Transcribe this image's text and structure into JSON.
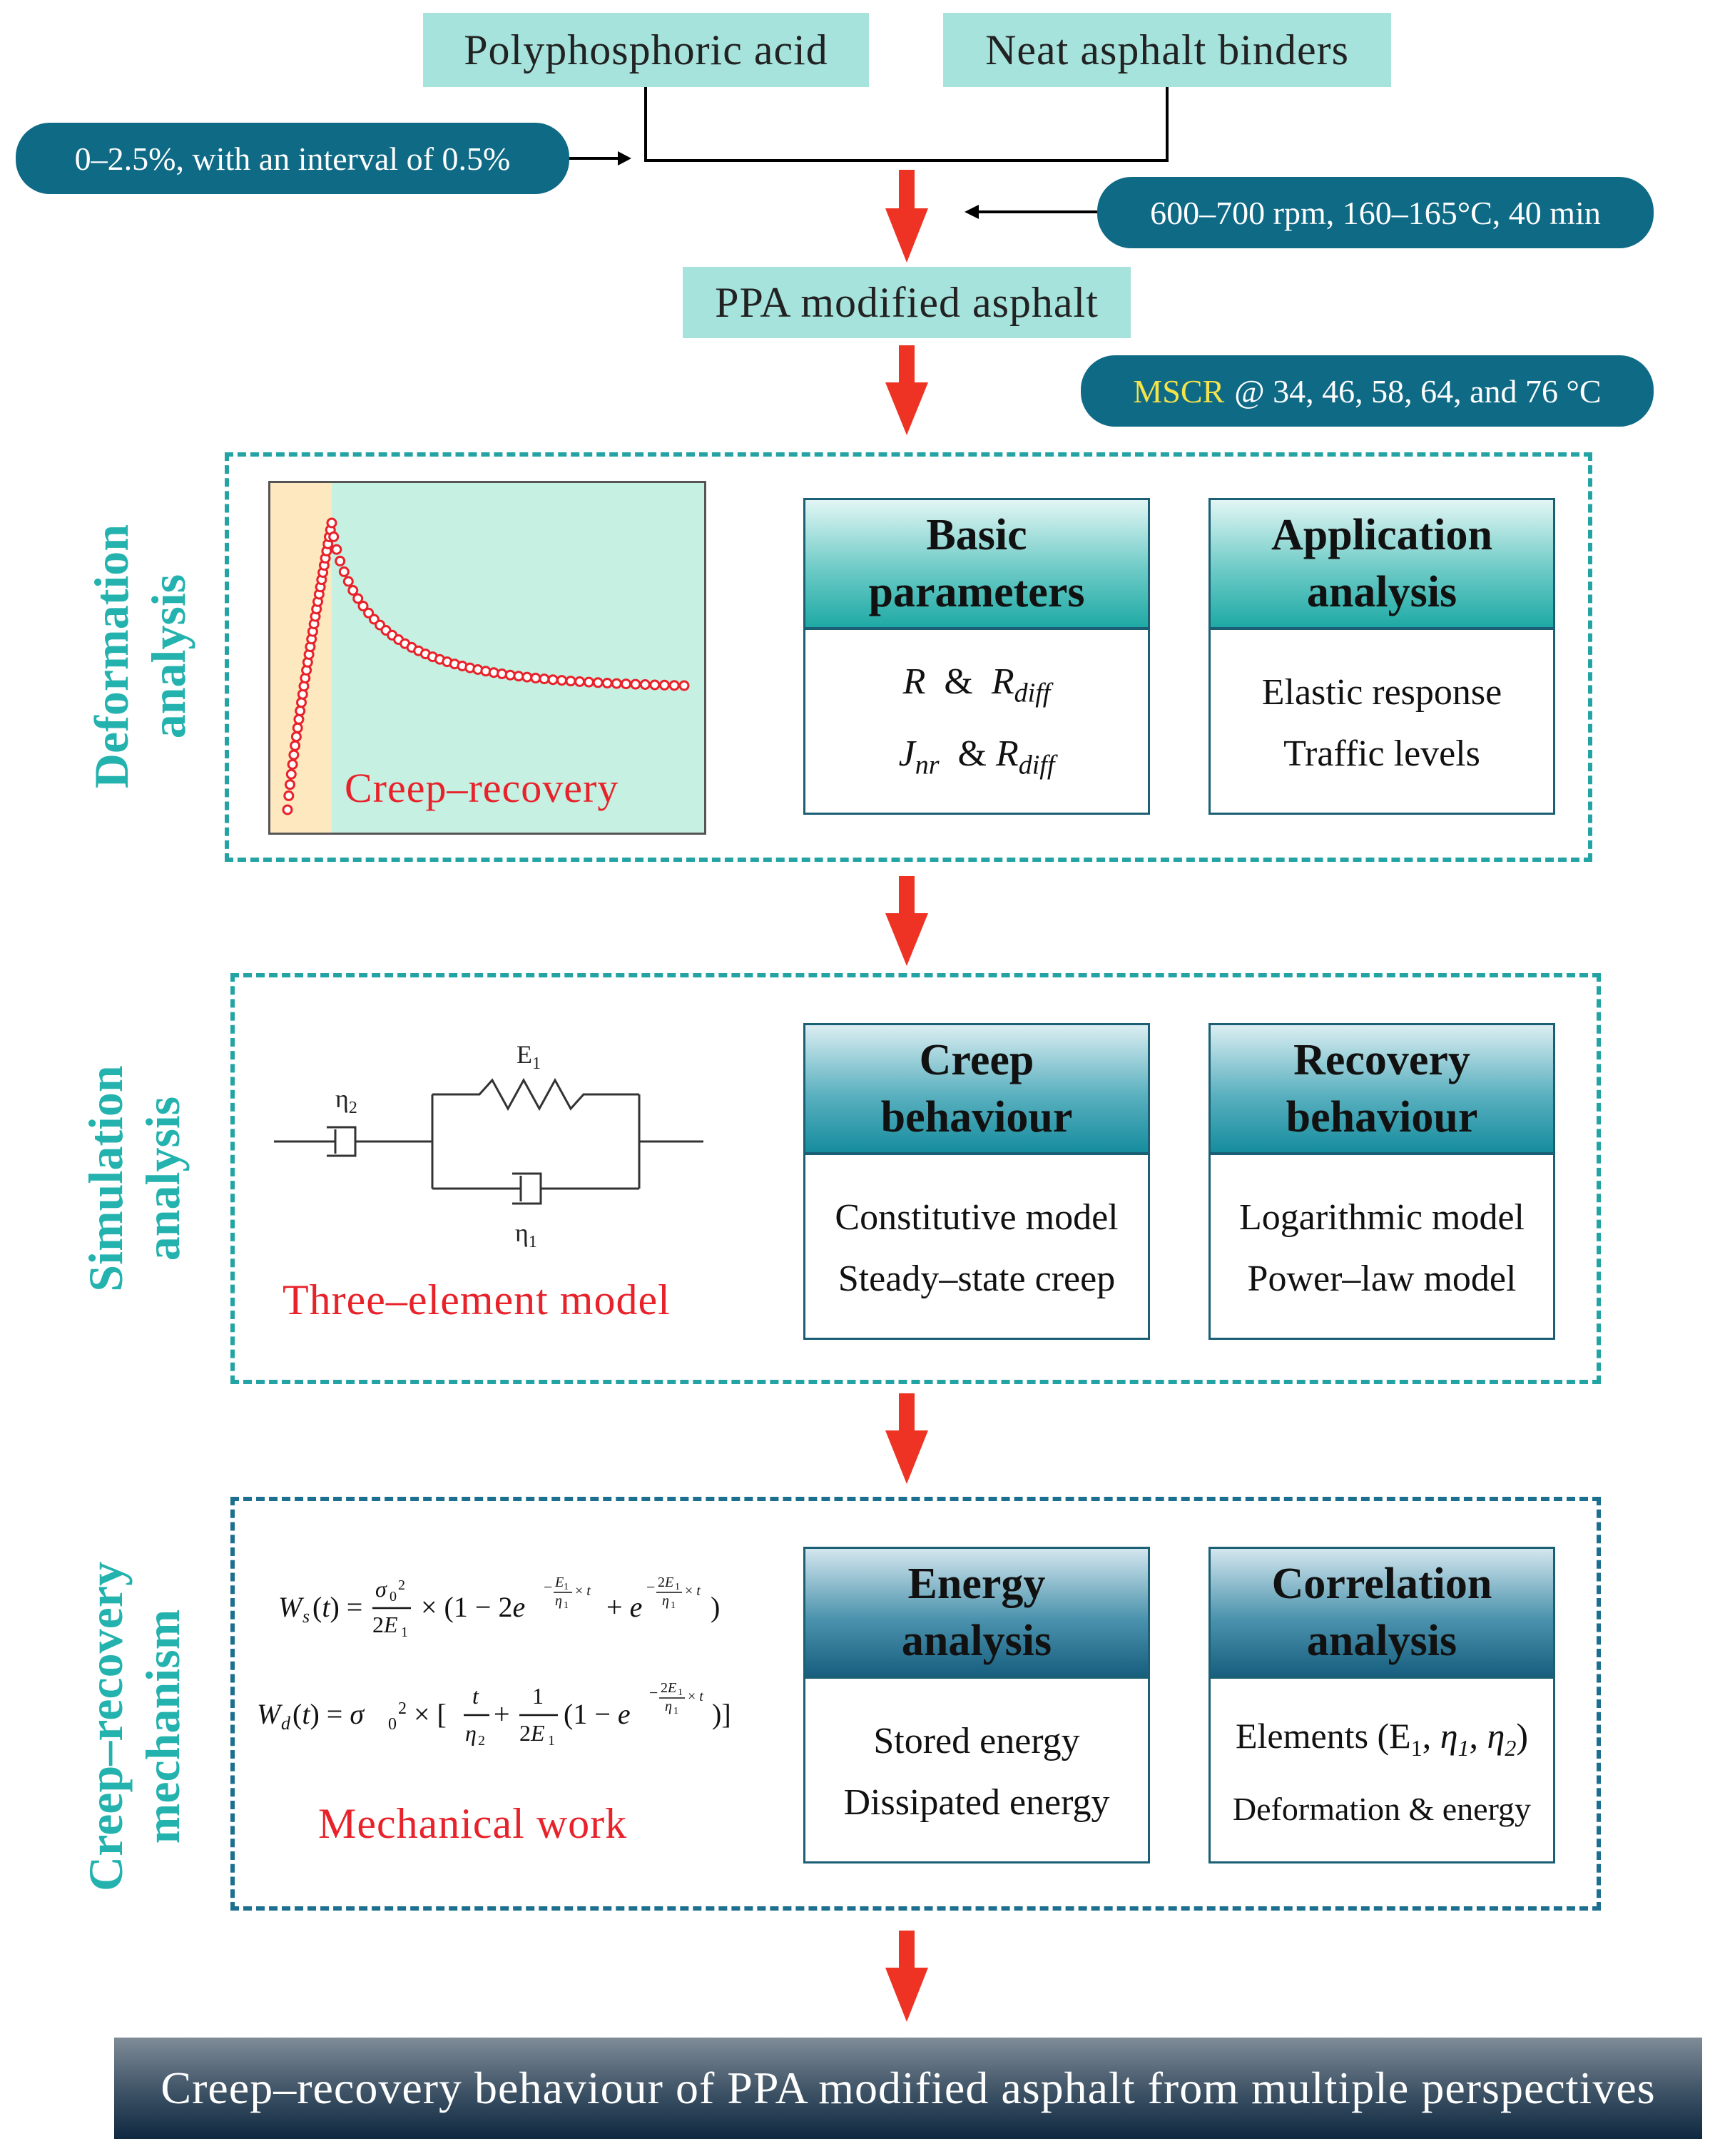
{
  "inputs": {
    "ppa": "Polyphosphoric acid",
    "neat": "Neat asphalt binders"
  },
  "conditions": {
    "dosage": "0–2.5%, with an interval of 0.5%",
    "mixing": "600–700 rpm, 160–165°C, 40 min",
    "mscr_label": "MSCR",
    "mscr_rest": "@ 34, 46, 58, 64, and 76 °C"
  },
  "product": "PPA modified asphalt",
  "deformation": {
    "side": [
      "Deformation",
      "analysis"
    ],
    "plot_caption": "Creep–recovery",
    "card1": {
      "head": [
        "Basic",
        "parameters"
      ]
    },
    "card2": {
      "head": [
        "Application",
        "analysis"
      ],
      "lines": [
        "Elastic response",
        "Traffic  levels"
      ]
    }
  },
  "simulation": {
    "side": [
      "Simulation",
      "analysis"
    ],
    "model_caption": "Three–element model",
    "e1": "E",
    "e1_sub": "1",
    "eta1": "η",
    "eta1_sub": "1",
    "eta2": "η",
    "eta2_sub": "2",
    "card1": {
      "head": [
        "Creep",
        "behaviour"
      ],
      "lines": [
        "Constitutive model",
        "Steady–state creep"
      ]
    },
    "card2": {
      "head": [
        "Recovery",
        "behaviour"
      ],
      "lines": [
        "Logarithmic model",
        "Power–law model"
      ]
    }
  },
  "mechanism": {
    "side": [
      "Creep–recovery",
      "mechanism"
    ],
    "work_caption": "Mechanical  work",
    "card1": {
      "head": [
        "Energy",
        "analysis"
      ],
      "lines": [
        "Stored energy",
        "Dissipated energy"
      ]
    },
    "card2": {
      "head": [
        "Correlation",
        "analysis"
      ],
      "lines": [
        "Deformation & energy"
      ]
    }
  },
  "conclusion": "Creep–recovery behaviour of PPA modified asphalt from multiple perspectives",
  "colors": {
    "teal_box": "#a6e3dc",
    "pill": "#0f6a86",
    "arrow": "#ee3324",
    "frame_teal": "#23a3a4",
    "frame_blue": "#1c6f8e",
    "side_label": "#23b2ae",
    "caption_red": "#e8222a"
  }
}
